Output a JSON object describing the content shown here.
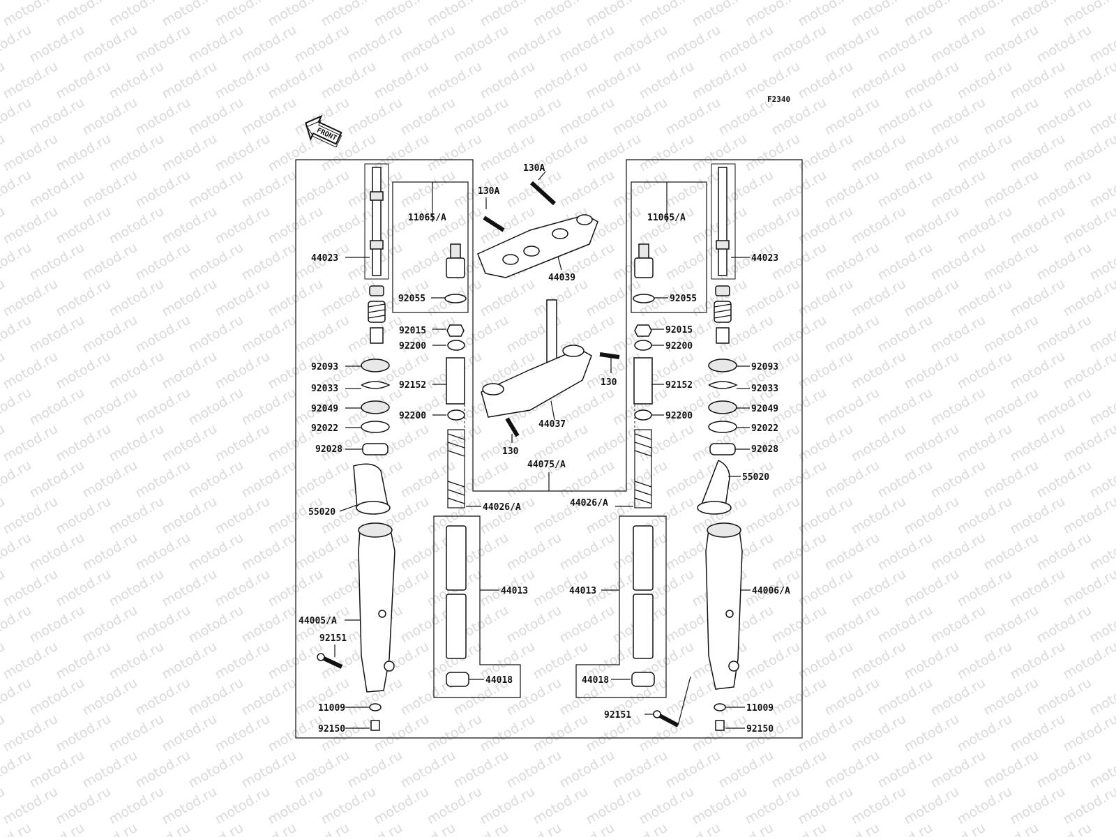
{
  "diagram_code": "F2340",
  "front_label": "FRONT",
  "watermark_text": "motod.ru",
  "parts": {
    "p44023L": "44023",
    "p44023R": "44023",
    "p11065L": "11065/A",
    "p11065R": "11065/A",
    "p92055L": "92055",
    "p92055R": "92055",
    "p130A_1": "130A",
    "p130A_2": "130A",
    "p44039": "44039",
    "p92015L": "92015",
    "p92015R": "92015",
    "p92200L1": "92200",
    "p92200R1": "92200",
    "p130_1": "130",
    "p130_2": "130",
    "p92093L": "92093",
    "p92093R": "92093",
    "p92033L": "92033",
    "p92033R": "92033",
    "p92152L": "92152",
    "p92152R": "92152",
    "p92049L": "92049",
    "p92049R": "92049",
    "p92200L2": "92200",
    "p92200R2": "92200",
    "p44037": "44037",
    "p92022L": "92022",
    "p92022R": "92022",
    "p92028L": "92028",
    "p92028R": "92028",
    "p44075": "44075/A",
    "p55020L": "55020",
    "p55020R": "55020",
    "p44026L": "44026/A",
    "p44026R": "44026/A",
    "p44013L": "44013",
    "p44013R": "44013",
    "p44005": "44005/A",
    "p44006": "44006/A",
    "p92151L": "92151",
    "p92151R": "92151",
    "p44018L": "44018",
    "p44018R": "44018",
    "p11009L": "11009",
    "p11009R": "11009",
    "p92150L": "92150",
    "p92150R": "92150"
  }
}
